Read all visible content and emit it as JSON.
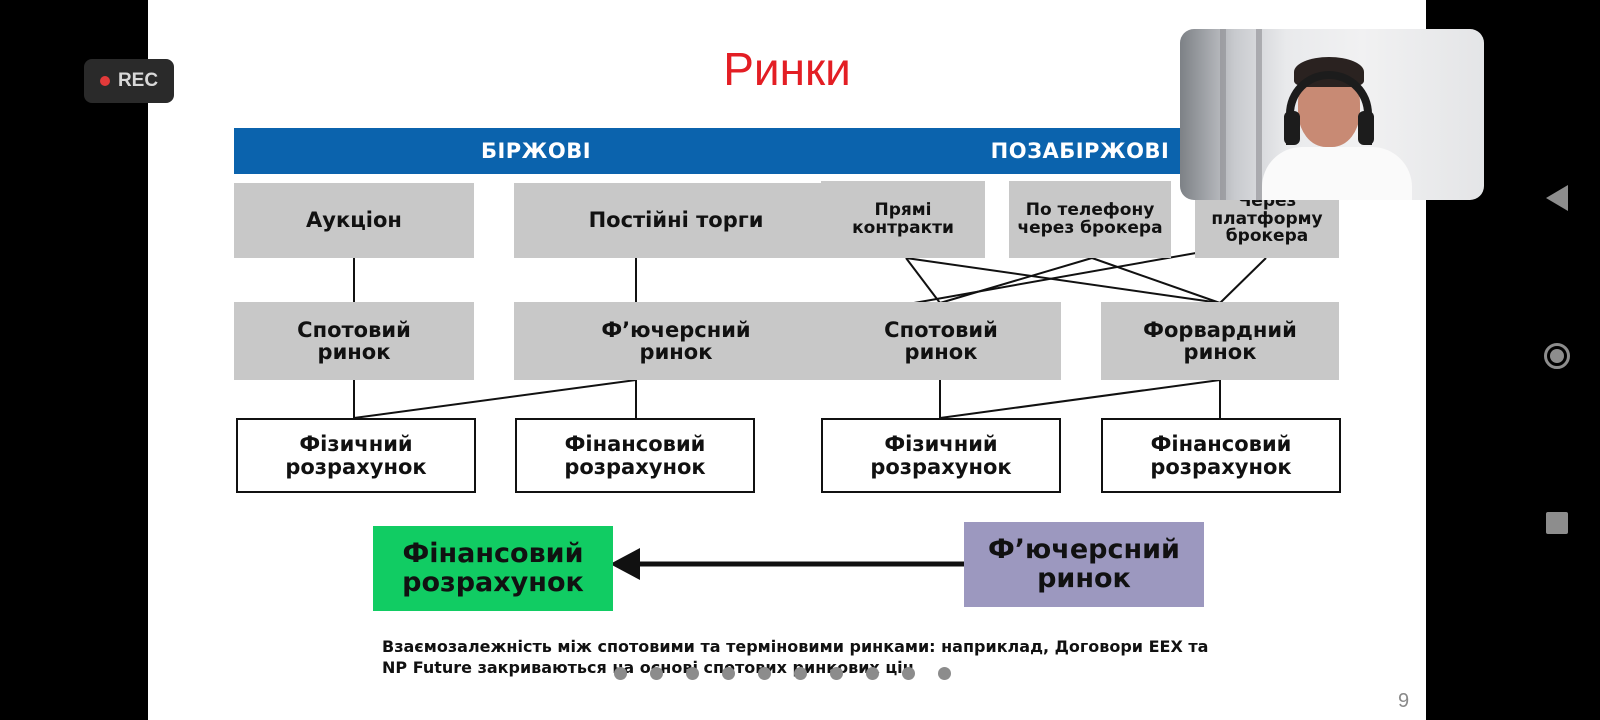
{
  "recording": {
    "label": "REC"
  },
  "slide": {
    "title": "Ринки",
    "exchange": {
      "header": "БІРЖОВІ",
      "auction": "Аукціон",
      "continuous": "Постійні торги",
      "spot": "Спотовий ринок",
      "futures": "Ф’ючерсний ринок",
      "physical": "Фізичний розрахунок",
      "financial": "Фінансовий розрахунок"
    },
    "otc": {
      "header": "ПОЗАБІРЖОВІ",
      "direct": "Прямі контракти",
      "phone": "По телефону через брокера",
      "platform": "Через платформу брокера",
      "spot": "Спотовий ринок",
      "forward": "Форвардний ринок",
      "physical": "Фізичний розрахунок",
      "financial": "Фінансовий розрахунок"
    },
    "relation": {
      "left": "Фінансовий розрахунок",
      "right": "Ф’ючерсний ринок"
    },
    "caption_line1": "Взаємозалежність між спотовими та терміновими ринками: наприклад, Договори EEX та",
    "caption_line2": "NP Future закриваються на основі спотових ринкових цін",
    "page_number": "9",
    "pager": {
      "count": 10
    }
  },
  "colors": {
    "title": "#e31e24",
    "header": "#0b63ad",
    "gray_box": "#c8c8c8",
    "green_box": "#11cc63",
    "purple_box": "#9c98bf"
  },
  "navigation": {
    "icons": [
      "back-triangle-icon",
      "home-circle-icon",
      "recents-square-icon"
    ]
  }
}
